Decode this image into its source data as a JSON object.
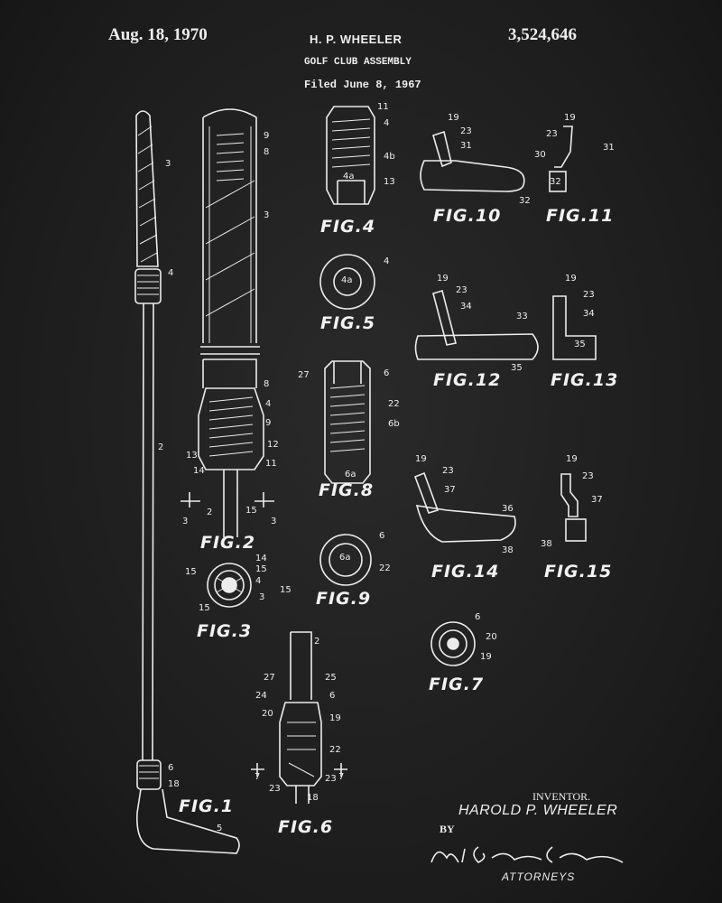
{
  "header": {
    "date": "Aug. 18, 1970",
    "inventor_name": "H. P. WHEELER",
    "title": "GOLF CLUB ASSEMBLY",
    "filed": "Filed June 8, 1967",
    "patent_number": "3,524,646"
  },
  "figures": {
    "fig1": {
      "label": "FIG.1",
      "refs": [
        "3",
        "4",
        "2",
        "6",
        "18",
        "5"
      ]
    },
    "fig2": {
      "label": "FIG.2",
      "refs": [
        "9",
        "8",
        "3",
        "8",
        "4",
        "9",
        "12",
        "11",
        "13",
        "14",
        "2",
        "15",
        "3",
        "3"
      ]
    },
    "fig3": {
      "label": "FIG.3",
      "refs": [
        "15",
        "14",
        "15",
        "4",
        "15",
        "3",
        "15"
      ]
    },
    "fig4": {
      "label": "FIG.4",
      "refs": [
        "11",
        "4",
        "4b",
        "4a",
        "13"
      ]
    },
    "fig5": {
      "label": "FIG.5",
      "refs": [
        "4",
        "4a"
      ]
    },
    "fig6": {
      "label": "FIG.6",
      "refs": [
        "2",
        "27",
        "25",
        "24",
        "6",
        "20",
        "19",
        "22",
        "23",
        "23",
        "18",
        "7",
        "7"
      ]
    },
    "fig7": {
      "label": "FIG.7",
      "refs": [
        "6",
        "20",
        "19"
      ]
    },
    "fig8": {
      "label": "FIG.8",
      "refs": [
        "27",
        "6",
        "22",
        "6b",
        "6a"
      ]
    },
    "fig9": {
      "label": "FIG.9",
      "refs": [
        "6",
        "6a",
        "22"
      ]
    },
    "fig10": {
      "label": "FIG.10",
      "refs": [
        "19",
        "23",
        "31",
        "30",
        "32"
      ]
    },
    "fig11": {
      "label": "FIG.11",
      "refs": [
        "19",
        "23",
        "31",
        "32"
      ]
    },
    "fig12": {
      "label": "FIG.12",
      "refs": [
        "19",
        "23",
        "34",
        "33",
        "35"
      ]
    },
    "fig13": {
      "label": "FIG.13",
      "refs": [
        "19",
        "23",
        "34",
        "35"
      ]
    },
    "fig14": {
      "label": "FIG.14",
      "refs": [
        "19",
        "23",
        "37",
        "36",
        "38"
      ]
    },
    "fig15": {
      "label": "FIG.15",
      "refs": [
        "19",
        "23",
        "37",
        "38"
      ]
    }
  },
  "footer": {
    "inventor_caption": "INVENTOR.",
    "inventor_full": "HAROLD P. WHEELER",
    "by": "BY",
    "signature": "McGrew and Edwards",
    "attorneys": "ATTORNEYS"
  },
  "colors": {
    "background": "#1f1f1f",
    "ink": "#ececec"
  }
}
